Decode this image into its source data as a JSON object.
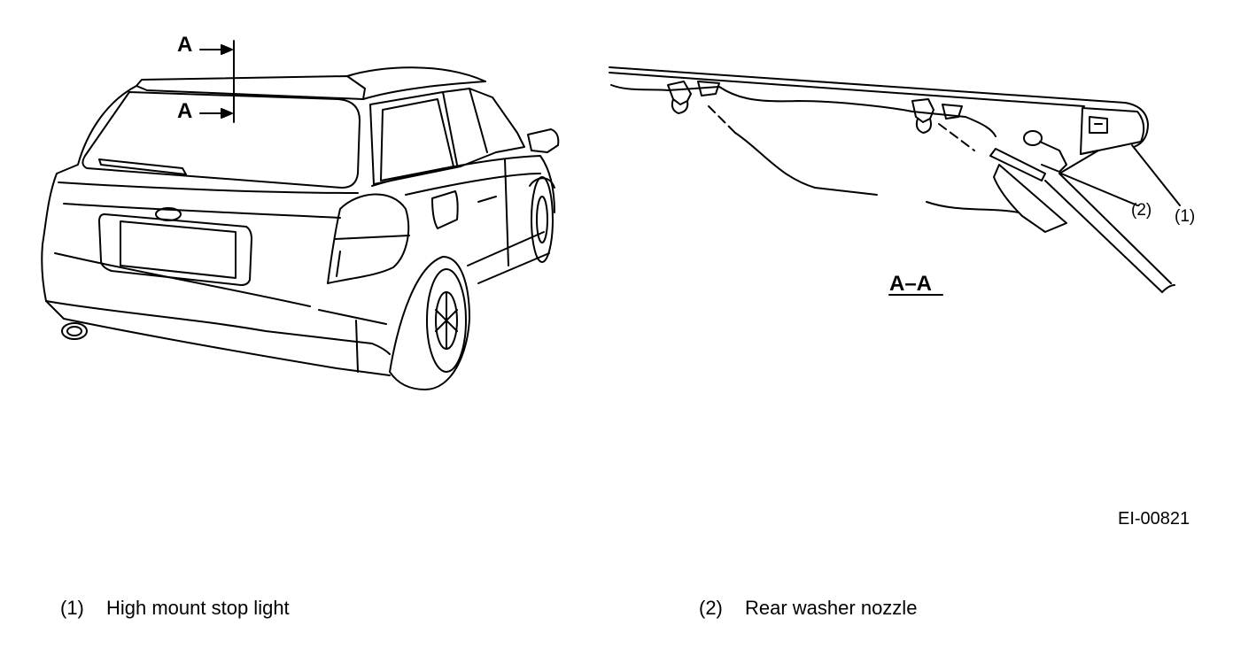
{
  "diagram": {
    "section_marker": "A",
    "section_title": "A–A",
    "figure_id": "EI-00821",
    "callouts": [
      "(1)",
      "(2)"
    ]
  },
  "legend": [
    {
      "number": "(1)",
      "text": "High mount stop light"
    },
    {
      "number": "(2)",
      "text": "Rear washer nozzle"
    }
  ]
}
